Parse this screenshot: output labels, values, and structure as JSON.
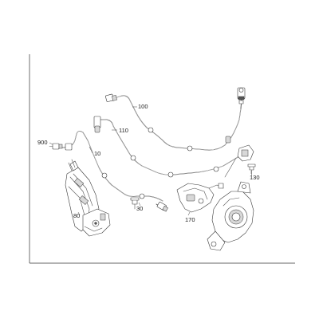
{
  "labels": {
    "p100": "100",
    "p110": "110",
    "p900": "900",
    "p10": "10",
    "p130": "130",
    "p30": "30",
    "p170": "170",
    "p80": "80"
  }
}
